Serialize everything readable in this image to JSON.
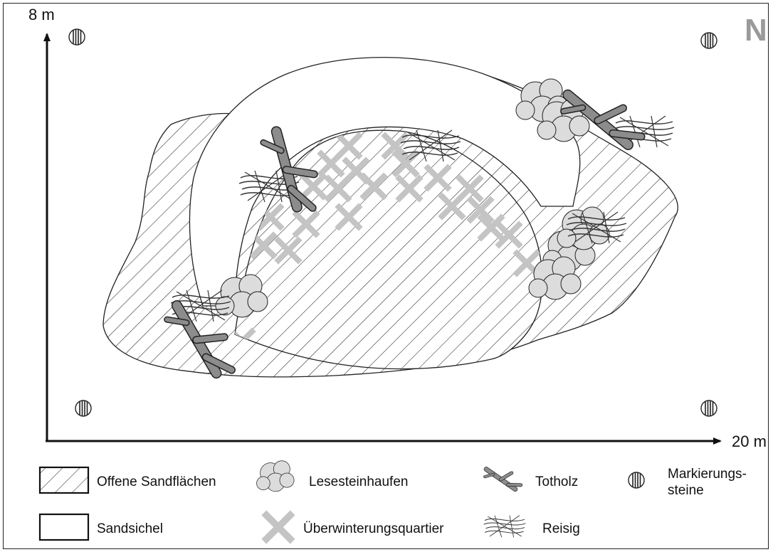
{
  "axes": {
    "y_label": "8 m",
    "x_label": "20 m"
  },
  "north_label": "N",
  "legend": {
    "open_sand": "Offene Sandflächen",
    "sand_crescent": "Sandsichel",
    "stone_piles": "Lesesteinhaufen",
    "hibernation": "Überwinterungsquartier",
    "deadwood": "Totholz",
    "brushwood": "Reisig",
    "markers": "Markierungs-\nsteine"
  },
  "icons": {
    "open_sand": "hatched-area-icon",
    "sand_crescent": "empty-area-icon",
    "stone_piles": "stone-pile-icon",
    "hibernation": "grey-cross-icon",
    "deadwood": "deadwood-icon",
    "brushwood": "brushwood-icon",
    "markers": "marker-stone-icon"
  },
  "colors": {
    "line": "#222222",
    "stone_fill": "#dcdcdc",
    "cross": "#c4c4c4",
    "deadwood": "#8c8c8c",
    "north": "#9a9a9a"
  }
}
